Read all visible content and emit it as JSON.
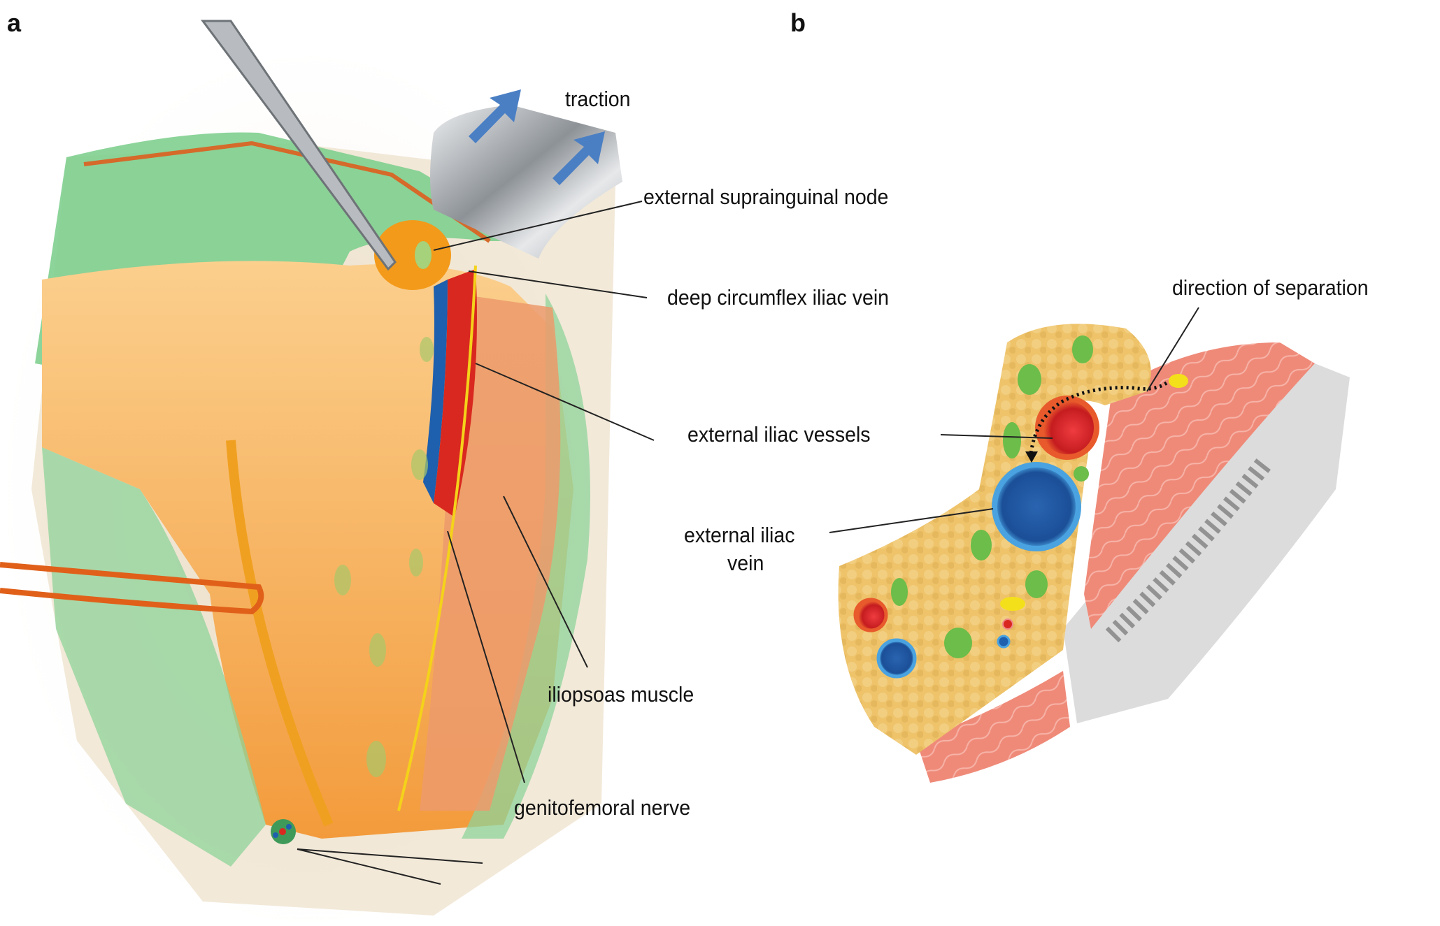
{
  "panels": {
    "a": "a",
    "b": "b"
  },
  "panel_a": {
    "labels": {
      "traction": "traction",
      "external_suprainguinal_node": "external suprainguinal node",
      "deep_circumflex_iliac_vein": "deep circumflex iliac vein",
      "external_iliac_vessels": "external iliac vessels",
      "iliopsoas_muscle": "iliopsoas muscle",
      "genitofemoral_nerve": "genitofemoral nerve"
    }
  },
  "panel_b": {
    "labels": {
      "direction_of_separation": "direction of separation",
      "external_iliac_vein_line1": "external iliac",
      "external_iliac_vein_line2": "vein"
    }
  },
  "colors": {
    "fat": "#f6b35a",
    "peritoneum": "#7fcf8f",
    "artery": "#d9281f",
    "vein": "#1e5fae",
    "nerve": "#f4d21a",
    "muscle": "#ef8a7a",
    "arrow": "#4a7fc4",
    "bone": "#d8d8d8"
  }
}
